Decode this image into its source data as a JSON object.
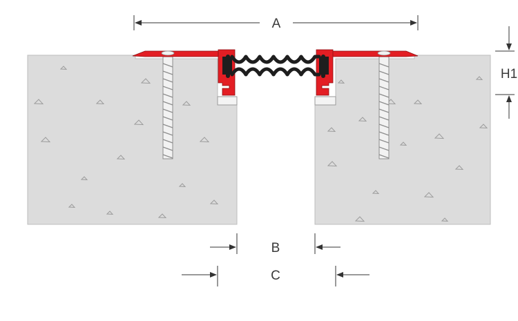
{
  "diagram": {
    "labels": {
      "a": "A",
      "h1": "H1",
      "b": "B",
      "c": "C"
    },
    "colors": {
      "concrete": "#dcdcdc",
      "concrete_speckle": "#aaaaaa",
      "profile_red": "#e31e24",
      "rubber_black": "#1e1e1e",
      "screw": "#f2f2f2",
      "dimension_line": "#333333",
      "gap": "#ffffff"
    },
    "elements": {
      "left_slab": "concrete-slab",
      "right_slab": "concrete-slab",
      "left_profile": "aluminium-profile",
      "right_profile": "aluminium-profile",
      "rubber_insert": "bellows-rubber-insert",
      "left_anchor": "screw-anchor",
      "right_anchor": "screw-anchor"
    }
  }
}
